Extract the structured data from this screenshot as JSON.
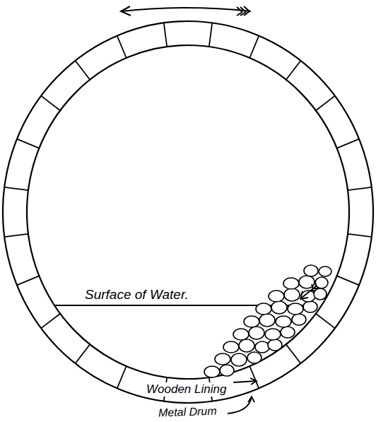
{
  "diagram": {
    "labels": [
      "Surface of Water.",
      "Wooden Lining",
      "Metal Drum"
    ]
  }
}
